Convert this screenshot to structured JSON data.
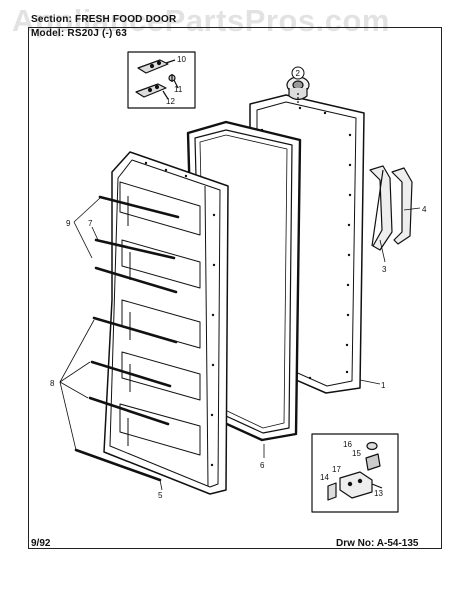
{
  "watermark": "AppliancePartsPros.com",
  "header": {
    "section_label": "Section:",
    "section_value": "FRESH FOOD DOOR",
    "model_label": "Model:",
    "model_value": "RS20J (-) 63"
  },
  "footer": {
    "date": "9/92",
    "drawing_label": "Drw No:",
    "drawing_number": "A-54-135"
  },
  "callouts": {
    "c1": "1",
    "c2": "2",
    "c3": "3",
    "c4": "4",
    "c5": "5",
    "c6": "6",
    "c7": "7",
    "c8": "8",
    "c9": "9",
    "c10": "10",
    "c11": "11",
    "c12": "12",
    "c13": "13",
    "c14": "14",
    "c15": "15",
    "c16": "16",
    "c17": "17"
  }
}
